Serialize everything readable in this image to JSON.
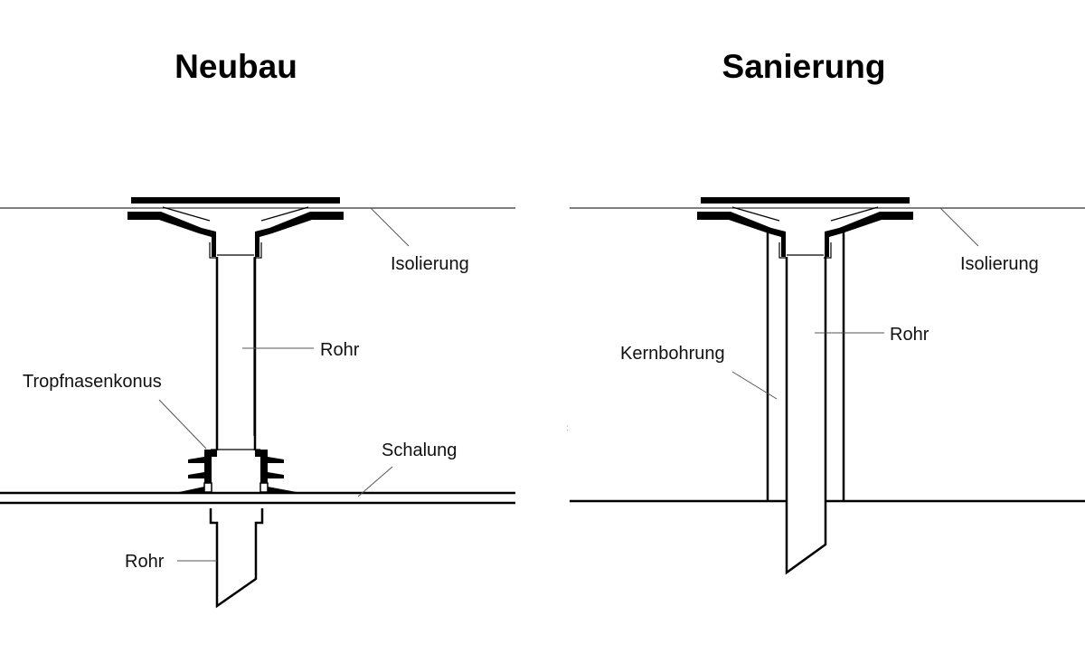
{
  "diagrams": {
    "left": {
      "title": "Neubau",
      "labels": {
        "insulation": "Isolierung",
        "pipe_upper": "Rohr",
        "drip_cone": "Tropfnasenkonus",
        "formwork": "Schalung",
        "pipe_lower": "Rohr"
      }
    },
    "right": {
      "title": "Sanierung",
      "labels": {
        "insulation": "Isolierung",
        "pipe": "Rohr",
        "core_drilling": "Kernbohrung"
      }
    }
  },
  "colors": {
    "line": "#000000",
    "leader": "#555555",
    "background": "#ffffff"
  }
}
